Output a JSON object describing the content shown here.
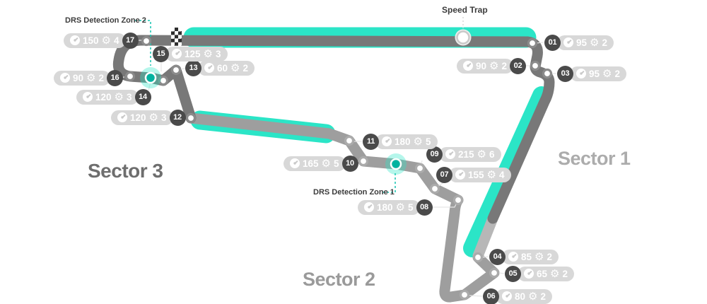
{
  "labels": {
    "drs_zone_2": "DRS Detection Zone 2",
    "drs_zone_1": "DRS Detection Zone 1",
    "speed_trap": "Speed Trap"
  },
  "sectors": [
    {
      "label": "Sector 1"
    },
    {
      "label": "Sector 2"
    },
    {
      "label": "Sector 3"
    }
  ],
  "icons": {
    "speed": "speedometer-icon",
    "gear": "gear-icon",
    "gear_glyph": "⚙"
  },
  "colors": {
    "drs_teal": "#2BE5C7",
    "marker_teal_core": "#00B3A0",
    "track_dark": "#787878",
    "track_medium": "#9E9E9E",
    "track_light": "#B7B7B7",
    "pill_bg": "#D8D8D8",
    "badge_bg": "#4A4A4A"
  },
  "corners": [
    {
      "number": "01",
      "speed": "95",
      "gear": "2"
    },
    {
      "number": "02",
      "speed": "90",
      "gear": "2"
    },
    {
      "number": "03",
      "speed": "95",
      "gear": "2"
    },
    {
      "number": "04",
      "speed": "85",
      "gear": "2"
    },
    {
      "number": "05",
      "speed": "65",
      "gear": "2"
    },
    {
      "number": "06",
      "speed": "80",
      "gear": "2"
    },
    {
      "number": "07",
      "speed": "155",
      "gear": "4"
    },
    {
      "number": "08",
      "speed": "180",
      "gear": "5"
    },
    {
      "number": "09",
      "speed": "215",
      "gear": "6"
    },
    {
      "number": "10",
      "speed": "165",
      "gear": "5"
    },
    {
      "number": "11",
      "speed": "180",
      "gear": "5"
    },
    {
      "number": "12",
      "speed": "120",
      "gear": "3"
    },
    {
      "number": "13",
      "speed": "60",
      "gear": "2"
    },
    {
      "number": "14",
      "speed": "120",
      "gear": "3"
    },
    {
      "number": "15",
      "speed": "125",
      "gear": "3"
    },
    {
      "number": "16",
      "speed": "90",
      "gear": "2"
    },
    {
      "number": "17",
      "speed": "150",
      "gear": "4"
    }
  ]
}
